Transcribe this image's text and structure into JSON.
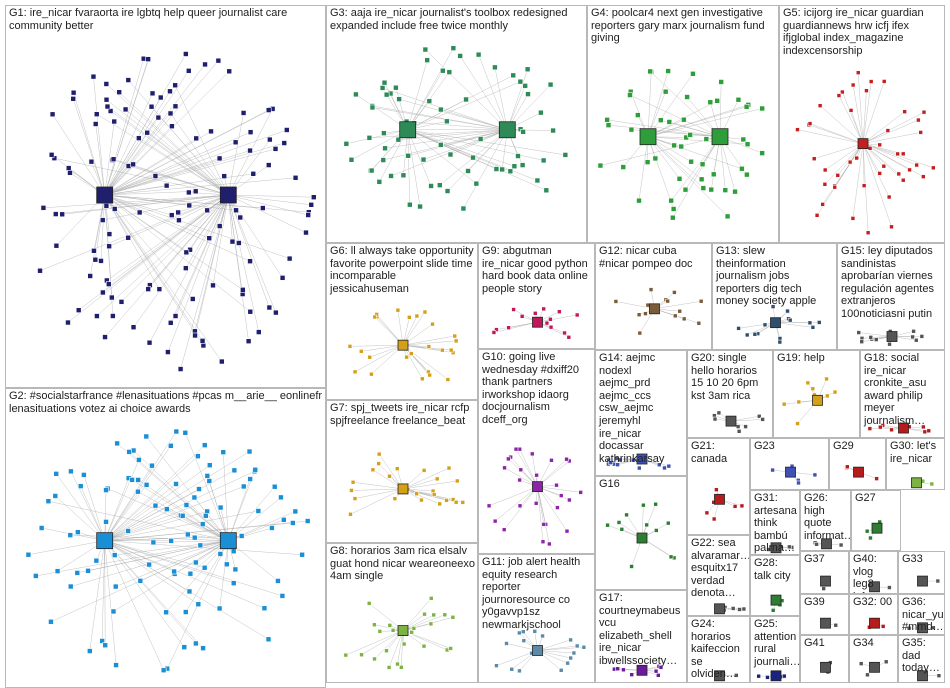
{
  "graph": {
    "groups": [
      {
        "id": "G1",
        "label": "G1: ire_nicar fvaraorta ire lgbtq help queer journalist care community better",
        "color": "#1f1f6e",
        "hubs": [
          "ire_nicar",
          "fvaraorta"
        ]
      },
      {
        "id": "G2",
        "label": "G2: #socialstarfrance #lenasituations #pcas m__arie__ eonlinefr lenasituations votez ai choice awards",
        "color": "#1a8fd6"
      },
      {
        "id": "G3",
        "label": "G3: aaja ire_nicar journalist's toolbox redesigned expanded include free twice monthly",
        "color": "#2e8b57"
      },
      {
        "id": "G4",
        "label": "G4: poolcar4 next gen investigative reporters gary marx journalism fund giving",
        "color": "#2e9e3a"
      },
      {
        "id": "G5",
        "label": "G5: icijorg ire_nicar guardian guardiannews hrw icfj ifex ifjglobal index_magazine indexcensorship",
        "color": "#c41e1e"
      },
      {
        "id": "G6",
        "label": "G6: ll always take opportunity favorite powerpoint slide time incomparable jessicahuseman",
        "color": "#d4a017"
      },
      {
        "id": "G7",
        "label": "G7: spj_tweets ire_nicar rcfp spjfreelance freelance_beat",
        "color": "#d4a017"
      },
      {
        "id": "G8",
        "label": "G8: horarios 3am rica elsalv guat hond nicar weareoneexo 4am single",
        "color": "#7cb342"
      },
      {
        "id": "G9",
        "label": "G9: abgutman ire_nicar good python hard book data online people story",
        "color": "#c2185b"
      },
      {
        "id": "G10",
        "label": "G10: going live wednesday #dxiff20 thank partners irworkshop idaorg docjournalism dceff_org",
        "color": "#8e24aa"
      },
      {
        "id": "G11",
        "label": "G11: job alert health equity research reporter journoresource co y0gavvp1sz newmarkjschool",
        "color": "#5d8aa8"
      },
      {
        "id": "G12",
        "label": "G12: nicar cuba #nicar pompeo doc",
        "color": "#7a5c3a"
      },
      {
        "id": "G13",
        "label": "G13: slew theinformation journalism jobs reporters dig tech money society apple",
        "color": "#2f4f6f"
      },
      {
        "id": "G14",
        "label": "G14: aejmc nodexl aejmc_prd aejmc_ccs csw_aejmc jeremyhl ire_nicar docassar kathrinkarsay",
        "color": "#3f51b5"
      },
      {
        "id": "G15",
        "label": "G15: ley diputados sandinistas aprobarían viernes regulación agentes extranjeros 100noticiasni putin",
        "color": "#555555"
      },
      {
        "id": "G16",
        "label": "G16",
        "color": "#2e7d32"
      },
      {
        "id": "G17",
        "label": "G17: courtneymabeus vcu elizabeth_shell ire_nicar ibwellssociety…",
        "color": "#6a1b9a"
      },
      {
        "id": "G18",
        "label": "G18: social ire_nicar cronkite_asu award philip meyer journalism…",
        "color": "#b71c1c"
      },
      {
        "id": "G19",
        "label": "G19: help",
        "color": "#d4a017"
      },
      {
        "id": "G20",
        "label": "G20: single hello horarios 15 10 20 6pm kst 3am rica",
        "color": "#555555"
      },
      {
        "id": "G21",
        "label": "G21: canada",
        "color": "#b71c1c"
      },
      {
        "id": "G22",
        "label": "G22: sea alvaramar… esquitx17 verdad denota…",
        "color": "#555555"
      },
      {
        "id": "G23",
        "label": "G23",
        "color": "#3f51b5"
      },
      {
        "id": "G24",
        "label": "G24: horarios kaifeccion se olviden…",
        "color": "#555555"
      },
      {
        "id": "G25",
        "label": "G25: attention rural journali…",
        "color": "#1a237e"
      },
      {
        "id": "G26",
        "label": "G26: high quote informat…",
        "color": "#555555"
      },
      {
        "id": "G27",
        "label": "G27",
        "color": "#2e7d32"
      },
      {
        "id": "G28",
        "label": "G28: talk city",
        "color": "#2e7d32"
      },
      {
        "id": "G29",
        "label": "G29",
        "color": "#b71c1c"
      },
      {
        "id": "G30",
        "label": "G30: let's ire_nicar",
        "color": "#7cb342"
      },
      {
        "id": "G31",
        "label": "G31: artesana think bambú palma…",
        "color": "#555555"
      },
      {
        "id": "G32",
        "label": "G32: 00",
        "color": "#b71c1c"
      },
      {
        "id": "G33",
        "label": "G33",
        "color": "#555555"
      },
      {
        "id": "G34",
        "label": "G34",
        "color": "#555555"
      },
      {
        "id": "G35",
        "label": "G35: dad today…",
        "color": "#555555"
      },
      {
        "id": "G36",
        "label": "G36: nicar_yu #mmd…",
        "color": "#555555"
      },
      {
        "id": "G37",
        "label": "G37",
        "color": "#555555"
      },
      {
        "id": "G39",
        "label": "G39",
        "color": "#555555"
      },
      {
        "id": "G40",
        "label": "G40: vlog leg8 laf…",
        "color": "#555555"
      },
      {
        "id": "G41",
        "label": "G41",
        "color": "#555555"
      }
    ]
  }
}
